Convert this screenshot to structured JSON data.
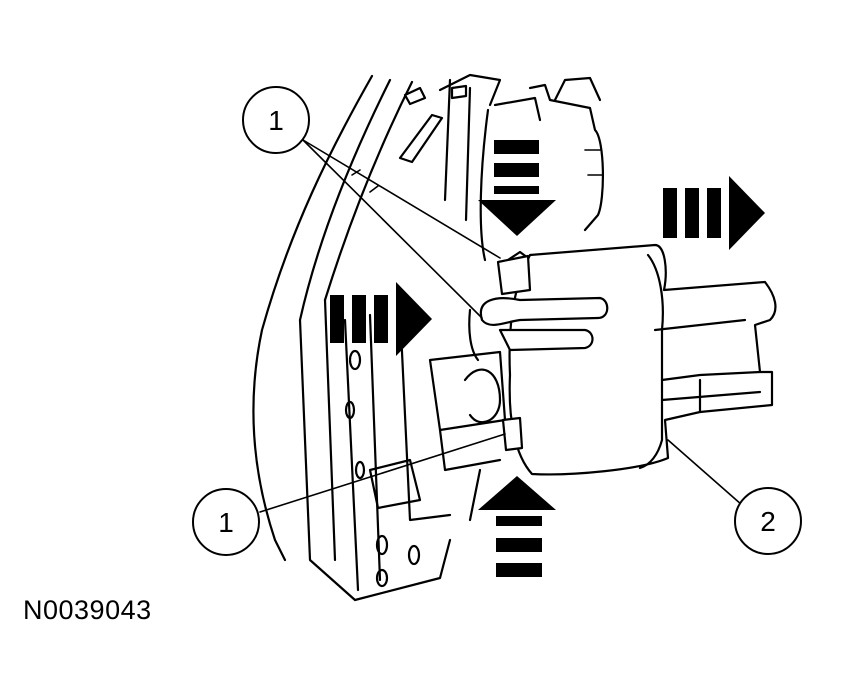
{
  "figure_id": "N0039043",
  "callouts": [
    {
      "label": "1"
    },
    {
      "label": "1"
    },
    {
      "label": "2"
    }
  ],
  "colors": {
    "ink": "#000000",
    "background": "#ffffff"
  }
}
